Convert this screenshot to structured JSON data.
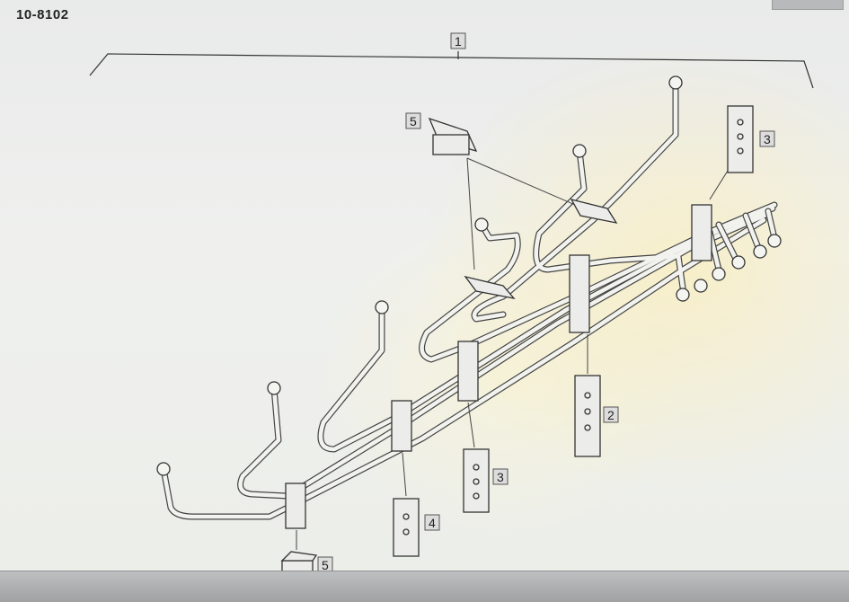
{
  "document": {
    "id": "10-8102"
  },
  "callouts": {
    "c1": "1",
    "c5_top": "5",
    "c3_top": "3",
    "c2": "2",
    "c3_bottom": "3",
    "c4": "4",
    "c5_bottom": "5"
  }
}
